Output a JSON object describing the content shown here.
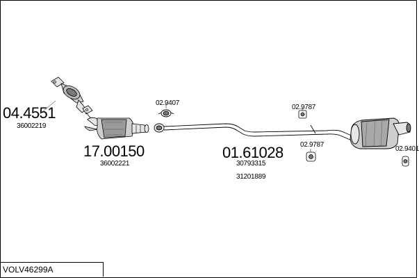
{
  "parts": {
    "front_cat": {
      "part_no": "04.4551",
      "ref": "36002219"
    },
    "filter": {
      "part_no": "17.00150",
      "ref": "36002221"
    },
    "middle_pipe": {
      "part_no": "01.61028",
      "ref_1": "30793315",
      "ref_2": "31201889"
    }
  },
  "fittings": {
    "clamp_front": "02.9407",
    "hanger_upper": "02.9787",
    "hanger_lower": "02.9787",
    "hanger_rear": "02.9401"
  },
  "kit_code": "VOLV46299A",
  "colors": {
    "line": "#000000",
    "fill_light": "#e6e6e6",
    "fill_mid": "#bdbdbd",
    "fill_dark": "#7a7a7a"
  }
}
